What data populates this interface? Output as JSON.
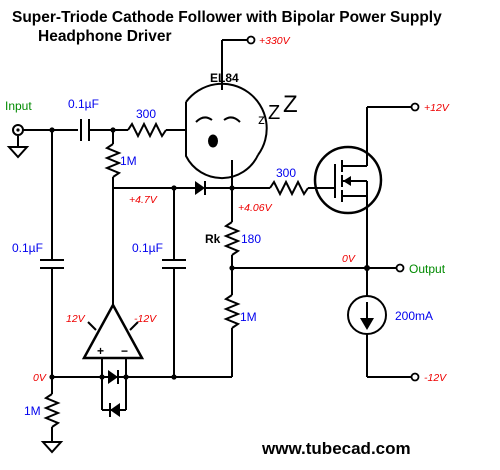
{
  "title_line1": "Super-Triode Cathode Follower with Bipolar Power Supply",
  "title_line2": "Headphone Driver",
  "website": "www.tubecad.com",
  "labels": {
    "input": "Input",
    "output": "Output",
    "tube": "EL84",
    "rk": "Rk",
    "zzz": [
      "z",
      "Z",
      "Z"
    ]
  },
  "components": {
    "c_in": "0.1µF",
    "r_grid_stop": "300",
    "r_bias": "1M",
    "c_left": "0.1µF",
    "c_mid": "0.1µF",
    "r_bottom_left": "1M",
    "rk_value": "180",
    "r_lower": "1M",
    "r_mosfet_gate": "300",
    "current_source": "200mA"
  },
  "voltages": {
    "b_plus": "+330V",
    "mos_plus": "+12V",
    "node_4_7": "+4.7V",
    "node_4_06": "+4.06V",
    "output_node": "0V",
    "ground_left": "0V",
    "opamp_pos": "12V",
    "opamp_neg": "-12V",
    "cs_neg": "-12V"
  },
  "opamp_pins": {
    "plus": "+",
    "minus": "−"
  },
  "colors": {
    "component_values": "#0000ee",
    "voltages": "#ee0000",
    "io_labels": "#008a00",
    "wires": "#000000"
  }
}
